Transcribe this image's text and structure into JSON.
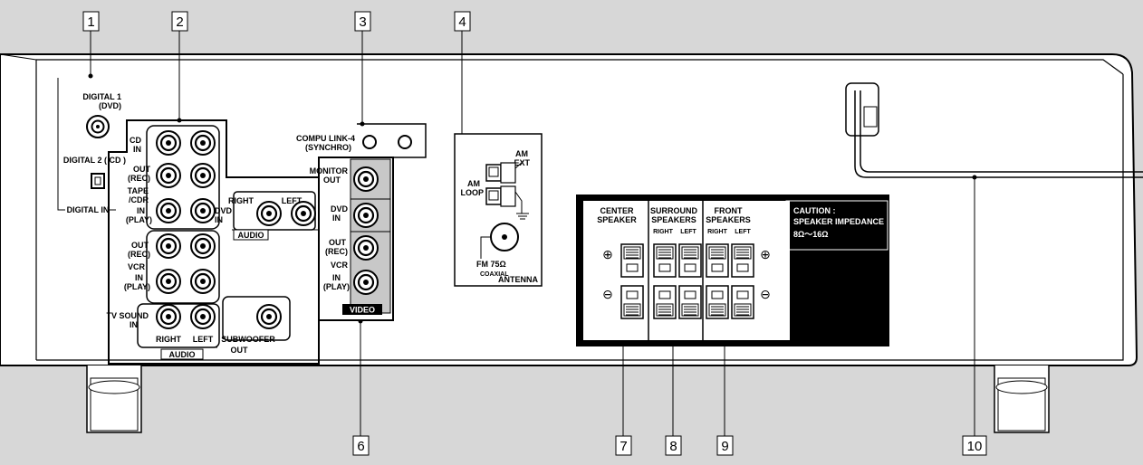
{
  "callouts": [
    "1",
    "2",
    "3",
    "4",
    "6",
    "7",
    "8",
    "9",
    "10"
  ],
  "digital_in": {
    "digital1_line1": "DIGITAL 1",
    "digital1_line2": "(DVD)",
    "digital2": "DIGITAL 2 ( CD )",
    "label": "DIGITAL IN"
  },
  "audio": {
    "cd_l1": "CD",
    "cd_l2": "IN",
    "tape_out_l1": "OUT",
    "tape_out_l2": "(REC)",
    "tape_l1": "TAPE",
    "tape_l2": "/CDR",
    "tape_in_l1": "IN",
    "tape_in_l2": "(PLAY)",
    "vcr_out_l1": "OUT",
    "vcr_out_l2": "(REC)",
    "vcr": "VCR",
    "vcr_in_l1": "IN",
    "vcr_in_l2": "(PLAY)",
    "tv_l1": "TV SOUND",
    "tv_l2": "IN",
    "right": "RIGHT",
    "left": "LEFT",
    "group_label": "AUDIO",
    "dvd_right": "RIGHT",
    "dvd_left": "LEFT",
    "dvd_l1": "DVD",
    "dvd_l2": "IN",
    "dvd_group_label": "AUDIO",
    "sub_l1": "SUBWOOFER",
    "sub_l2": "OUT"
  },
  "compu_link": {
    "line1": "COMPU LINK-4",
    "line2": "(SYNCHRO)"
  },
  "video": {
    "monitor_l1": "MONITOR",
    "monitor_l2": "OUT",
    "dvd_l1": "DVD",
    "dvd_l2": "IN",
    "out_l1": "OUT",
    "out_l2": "(REC)",
    "vcr": "VCR",
    "in_l1": "IN",
    "in_l2": "(PLAY)",
    "group_label": "VIDEO"
  },
  "antenna": {
    "am_l1": "AM",
    "am_l2": "EXT",
    "loop_l1": "AM",
    "loop_l2": "LOOP",
    "fm_l1": "FM 75Ω",
    "fm_l2": "COAXIAL",
    "label": "ANTENNA"
  },
  "speakers": {
    "center_l1": "CENTER",
    "center_l2": "SPEAKER",
    "surround_l1": "SURROUND",
    "surround_l2": "SPEAKERS",
    "front_l1": "FRONT",
    "front_l2": "SPEAKERS",
    "right": "RIGHT",
    "left": "LEFT",
    "plus": "⊕",
    "minus": "⊖",
    "caution_l1": "CAUTION :",
    "caution_l2": "SPEAKER IMPEDANCE",
    "caution_l3": "8Ω～16Ω"
  }
}
